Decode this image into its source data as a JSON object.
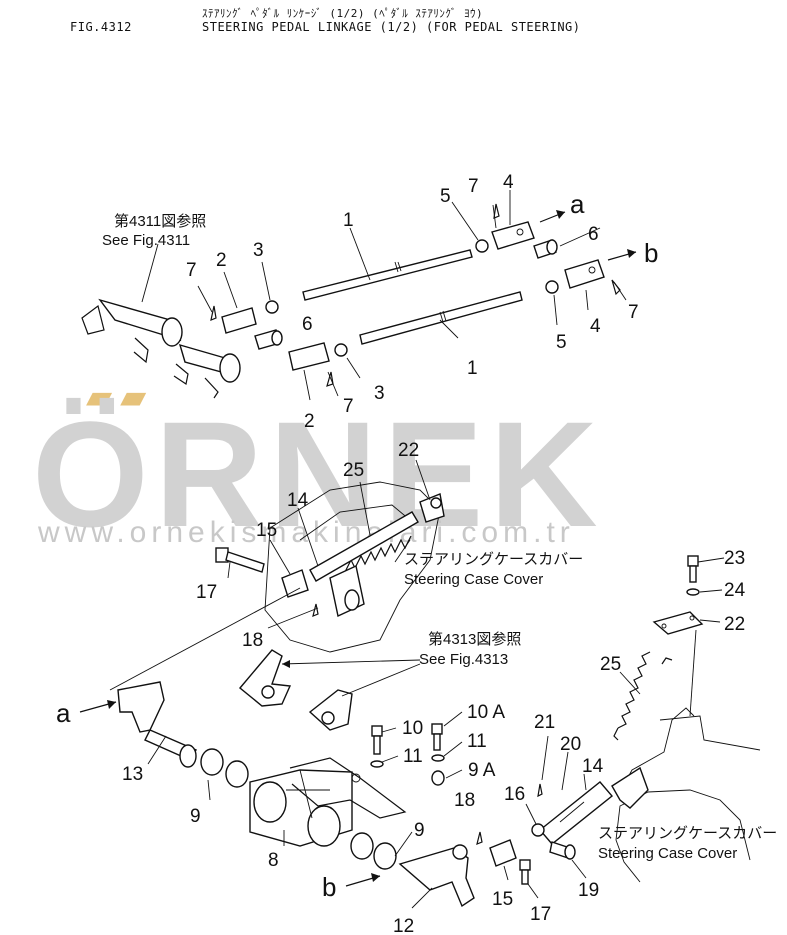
{
  "header": {
    "fig_number": "FIG.4312",
    "title_jp": "ｽﾃｱﾘﾝｸﾞ ﾍﾟﾀﾞﾙ ﾘﾝｹｰｼﾞ (1/2) (ﾍﾟﾀﾞﾙ ｽﾃｱﾘﾝｸﾞ ﾖｳ)",
    "title_en": "STEERING PEDAL LINKAGE (1/2) (FOR PEDAL STEERING)"
  },
  "watermark": {
    "brand": "ÖRNEK",
    "url": "www.ornekismakinalari.com.tr"
  },
  "references": {
    "fig4311_jp": "第4311図参照",
    "fig4311_en": "See Fig.4311",
    "fig4313_jp": "第4313図参照",
    "fig4313_en": "See Fig.4313",
    "cover_jp_1": "ステアリングケースカバー",
    "cover_en_1": "Steering Case Cover",
    "cover_jp_2": "ステアリングケースカバー",
    "cover_en_2": "Steering Case Cover"
  },
  "arrows": {
    "a_top": "a",
    "b_top": "b",
    "a_bottom": "a",
    "b_bottom": "b"
  },
  "callouts": {
    "c1_top": "1",
    "c1_bottom": "1",
    "c2_top": "2",
    "c2_bottom": "2",
    "c3_top": "3",
    "c3_bottom": "3",
    "c4_top": "4",
    "c4_bottom": "4",
    "c5_top": "5",
    "c5_bottom": "5",
    "c6_left": "6",
    "c6_right": "6",
    "c7_a": "7",
    "c7_b": "7",
    "c7_c": "7",
    "c7_d": "7",
    "c8": "8",
    "c9_a": "9",
    "c9_b": "9",
    "c9A": "9 A",
    "c10": "10",
    "c10A": "10 A",
    "c11_a": "11",
    "c11_b": "11",
    "c12": "12",
    "c13": "13",
    "c14_a": "14",
    "c14_b": "14",
    "c15_a": "15",
    "c15_b": "15",
    "c16": "16",
    "c17_a": "17",
    "c17_b": "17",
    "c18_a": "18",
    "c18_b": "18",
    "c19": "19",
    "c20": "20",
    "c21": "21",
    "c22_a": "22",
    "c22_b": "22",
    "c23": "23",
    "c24": "24",
    "c25_a": "25",
    "c25_b": "25"
  }
}
